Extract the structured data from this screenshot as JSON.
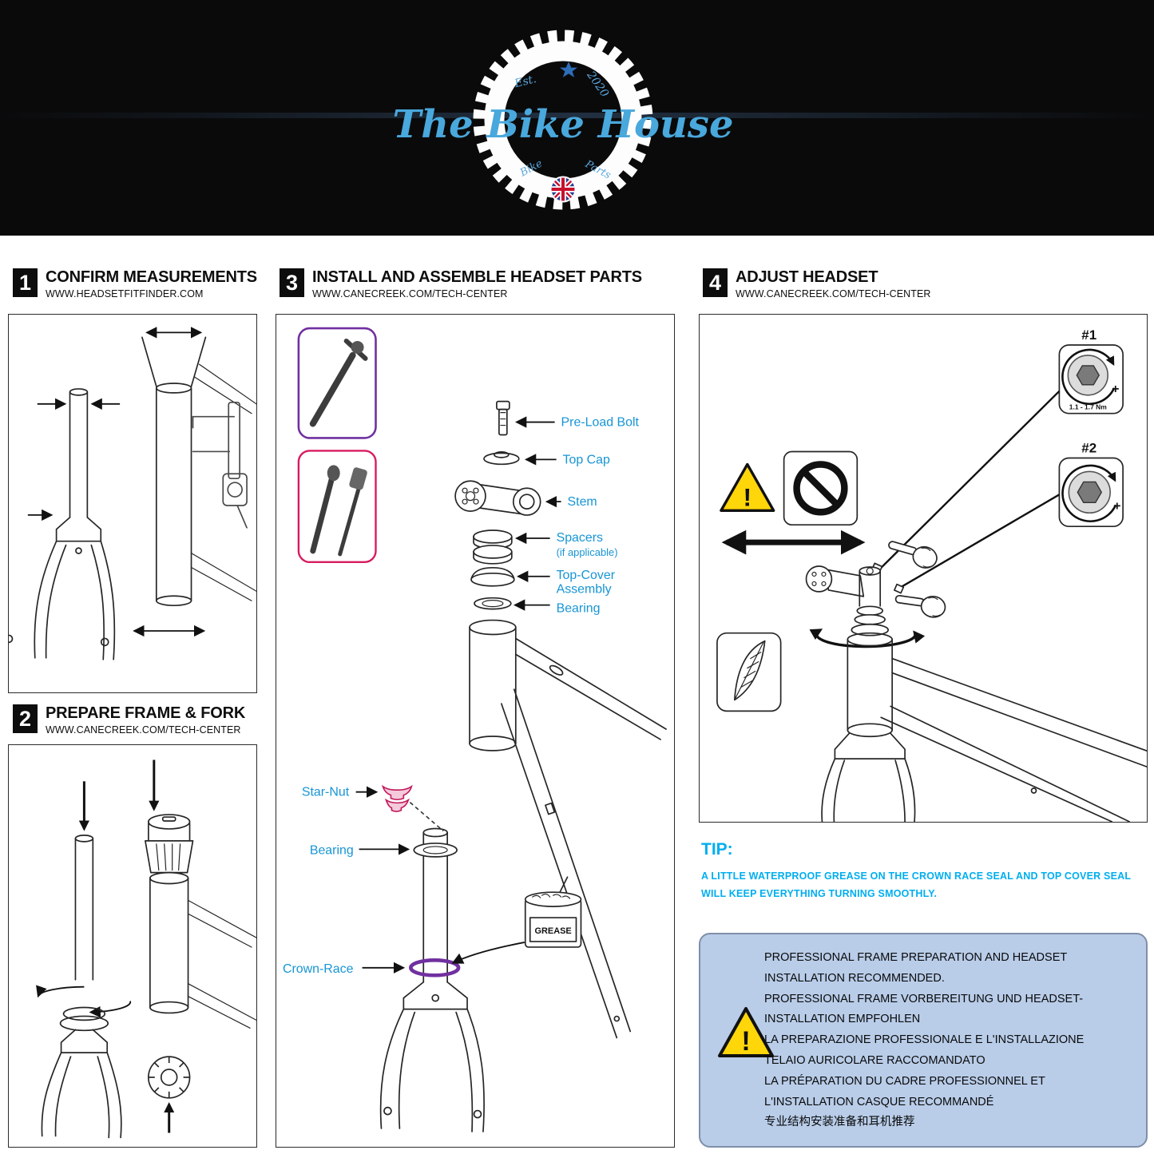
{
  "banner": {
    "brand": "The Bike House",
    "est": "Est.",
    "year": "2020",
    "bike": "Bike",
    "parts": "Parts"
  },
  "step1": {
    "num": "1",
    "title": "CONFIRM MEASUREMENTS",
    "url": "WWW.HEADSETFITFINDER.COM"
  },
  "step2": {
    "num": "2",
    "title": "PREPARE FRAME & FORK",
    "url": "WWW.CANECREEK.COM/TECH-CENTER"
  },
  "step3": {
    "num": "3",
    "title": "INSTALL AND ASSEMBLE HEADSET PARTS",
    "url": "WWW.CANECREEK.COM/TECH-CENTER",
    "labels": {
      "preload_bolt": "Pre-Load Bolt",
      "top_cap": "Top Cap",
      "stem": "Stem",
      "spacers": "Spacers",
      "spacers_note": "(if applicable)",
      "top_cover_1": "Top-Cover",
      "top_cover_2": "Assembly",
      "bearing_upper": "Bearing",
      "star_nut": "Star-Nut",
      "bearing_lower": "Bearing",
      "crown_race": "Crown-Race",
      "grease": "GREASE"
    }
  },
  "step4": {
    "num": "4",
    "title": "ADJUST HEADSET",
    "url": "WWW.CANECREEK.COM/TECH-CENTER",
    "tool1": "#1",
    "tool2": "#2",
    "plus1": "+",
    "plus2": "+",
    "torque": "1.1 - 1.7 Nm",
    "warn": "!"
  },
  "tip": {
    "title": "TIP:",
    "line1": "A LITTLE WATERPROOF GREASE ON THE CROWN RACE SEAL AND TOP COVER SEAL",
    "line2": "WILL KEEP EVERYTHING TURNING SMOOTHLY."
  },
  "notice": {
    "warn": "!",
    "lines": [
      "PROFESSIONAL FRAME PREPARATION AND HEADSET",
      "INSTALLATION RECOMMENDED.",
      "PROFESSIONAL FRAME VORBEREITUNG UND HEADSET-",
      "INSTALLATION EMPFOHLEN",
      "LA PREPARAZIONE PROFESSIONALE E L'INSTALLAZIONE",
      "TELAIO AURICOLARE RACCOMANDATO",
      "LA PRÉPARATION DU CADRE PROFESSIONNEL ET",
      "L'INSTALLATION CASQUE RECOMMANDÉ",
      "专业结构安装准备和耳机推荐"
    ]
  },
  "colors": {
    "label_blue": "#1795D4",
    "tip_cyan": "#00AEEF",
    "notice_bg": "#B9CDE9",
    "tool_purple": "#7030A0",
    "tool_pink": "#D81B60",
    "warning_yellow": "#FFD60A",
    "banner_black": "#0a0a0b",
    "script_blue": "#49A8DC"
  }
}
